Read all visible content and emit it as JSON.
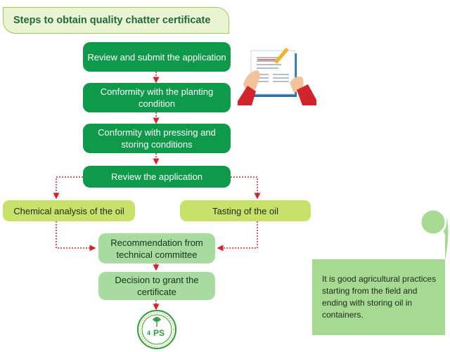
{
  "title": "Steps to obtain quality chatter certificate",
  "steps": {
    "s1": "Review and submit the application",
    "s2": "Conformity with the planting condition",
    "s3": "Conformity with pressing and storing conditions",
    "s4": "Review the application",
    "s5a": "Chemical analysis of the oil",
    "s5b": "Tasting of the oil",
    "s6": "Recommendation from technical committee",
    "s7": "Decision to grant the certificate"
  },
  "note": "It is good agricultural practices starting from the field and ending with storing oil in containers.",
  "logo_text": "PS",
  "colors": {
    "dark_green": "#0e9a4a",
    "lime": "#c8e16a",
    "pale_green": "#a8dba0",
    "arrow_red": "#d0262b",
    "note_green": "#a6da92"
  },
  "icons": [
    "document-hands-icon",
    "certificate-seal-icon"
  ]
}
